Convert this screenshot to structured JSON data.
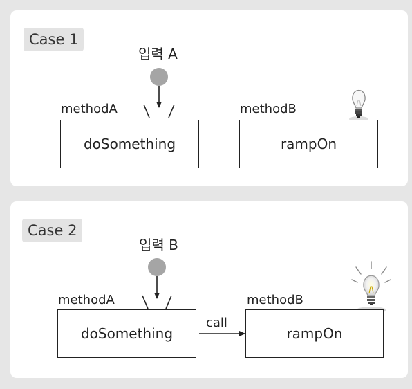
{
  "cases": [
    {
      "tag": "Case 1",
      "input_label": "입력 A",
      "method_a": {
        "label": "methodA",
        "body": "doSomething"
      },
      "method_b": {
        "label": "methodB",
        "body": "rampOn"
      },
      "call_label": "",
      "bulb_state": "off"
    },
    {
      "tag": "Case 2",
      "input_label": "입력 B",
      "method_a": {
        "label": "methodA",
        "body": "doSomething"
      },
      "method_b": {
        "label": "methodB",
        "body": "rampOn"
      },
      "call_label": "call",
      "bulb_state": "on"
    }
  ],
  "colors": {
    "background": "#e6e6e6",
    "panel": "#ffffff",
    "tag": "#e3e3e3",
    "input_circle": "#a5a5a5",
    "stroke": "#222222"
  },
  "icons": [
    "lightbulb-off-icon",
    "lightbulb-on-icon",
    "input-circle-icon",
    "arrow-icon"
  ]
}
